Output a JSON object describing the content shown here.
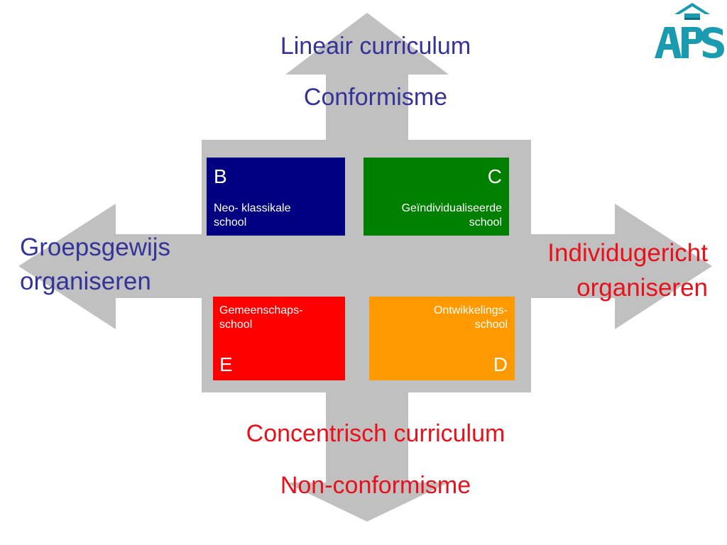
{
  "colors": {
    "arrow_gray": "#c0c0c0",
    "box_b": "#000080",
    "box_c": "#008000",
    "box_e": "#ff0000",
    "box_d": "#ff9900",
    "label_blue": "#333399",
    "label_red": "#e8101a",
    "logo_teal": "#1a9bb0"
  },
  "axes": {
    "top": {
      "line1": "Lineair curriculum",
      "line2": "Conformisme"
    },
    "bottom": {
      "line1": "Concentrisch curriculum",
      "line2": "Non-conformisme"
    },
    "left": {
      "line1": "Groepsgewijs",
      "line2": "organiseren"
    },
    "right": {
      "line1": "Individugericht",
      "line2": "organiseren"
    }
  },
  "quadrants": {
    "b": {
      "letter": "B",
      "name": "Neo- klassikale\nschool"
    },
    "c": {
      "letter": "C",
      "name": "Geïndividualiseerde\nschool"
    },
    "e": {
      "letter": "E",
      "name": "Gemeenschaps-\nschool"
    },
    "d": {
      "letter": "D",
      "name": "Ontwikkelings-\nschool"
    }
  },
  "logo": {
    "text": "APS",
    "icon": "aps-logo-icon"
  }
}
